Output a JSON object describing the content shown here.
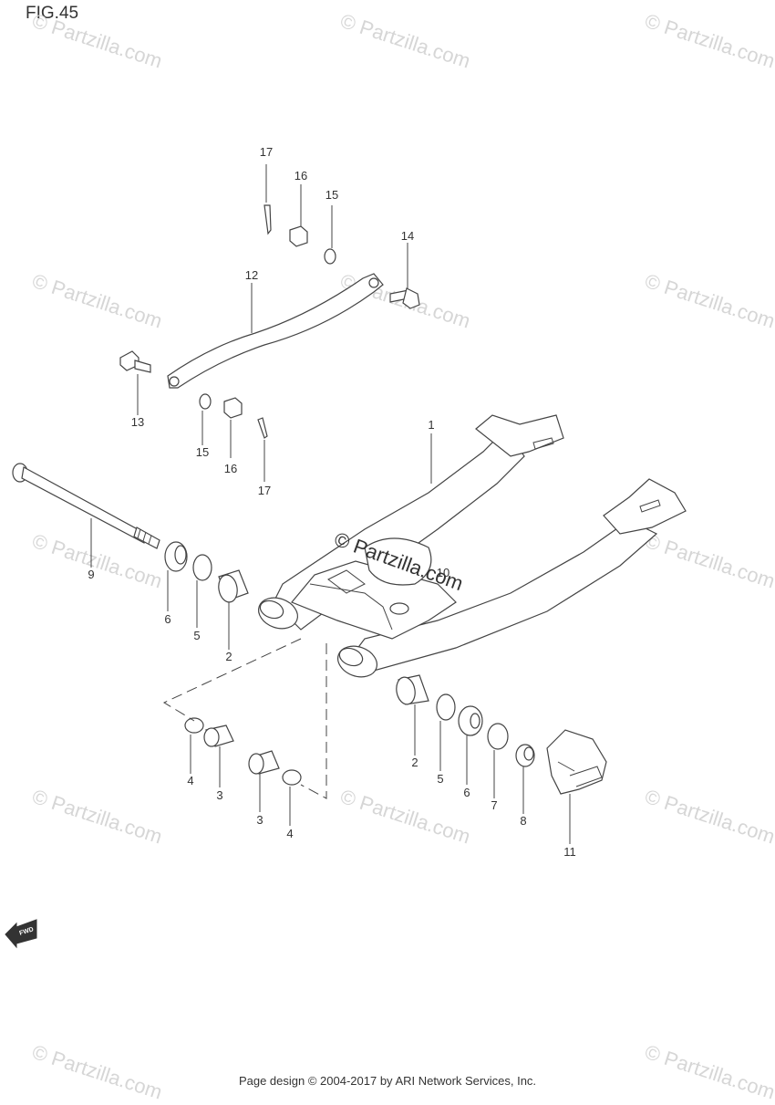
{
  "figure_title": "FIG.45",
  "watermark_text": "© Partzilla.com",
  "center_watermark": "© Partzilla.com",
  "footer_text": "Page design © 2004-2017 by ARI Network Services, Inc.",
  "fwd_label": "FWD",
  "callouts": {
    "c1": "1",
    "c2a": "2",
    "c2b": "2",
    "c3a": "3",
    "c3b": "3",
    "c4a": "4",
    "c4b": "4",
    "c5a": "5",
    "c5b": "5",
    "c6a": "6",
    "c6b": "6",
    "c7": "7",
    "c8": "8",
    "c9": "9",
    "c10": "10",
    "c11": "11",
    "c12": "12",
    "c13": "13",
    "c14": "14",
    "c15a": "15",
    "c15b": "15",
    "c16a": "16",
    "c16b": "16",
    "c17a": "17",
    "c17b": "17"
  }
}
